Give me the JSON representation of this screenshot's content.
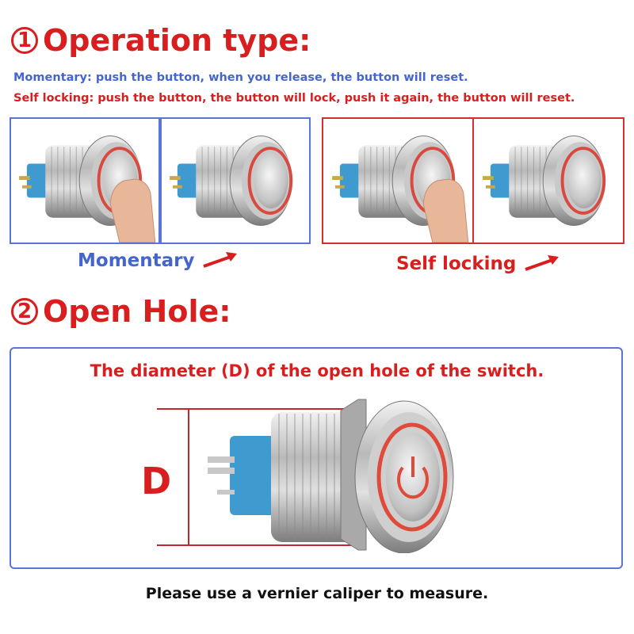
{
  "colors": {
    "red": "#d81e1e",
    "blue": "#4466cc",
    "momentary_border": "#5a74d8",
    "self_locking_border": "#d23030",
    "text_dark": "#111111"
  },
  "section1": {
    "number": "1",
    "title": "Operation type:",
    "momentary_desc": "Momentary: push the button, when you release, the button will reset.",
    "self_locking_desc": "Self locking: push the button, the button will lock, push it again, the button will reset."
  },
  "momentary": {
    "caption": "Momentary",
    "arrow_icon": "arrow-up-right-icon"
  },
  "self_locking": {
    "caption": "Self locking",
    "arrow_icon": "arrow-up-right-icon"
  },
  "section2": {
    "number": "2",
    "title": "Open Hole:",
    "diagram_title": "The diameter (D) of the open hole of the switch.",
    "d_label": "D",
    "footer": "Please use a vernier caliper to measure."
  }
}
